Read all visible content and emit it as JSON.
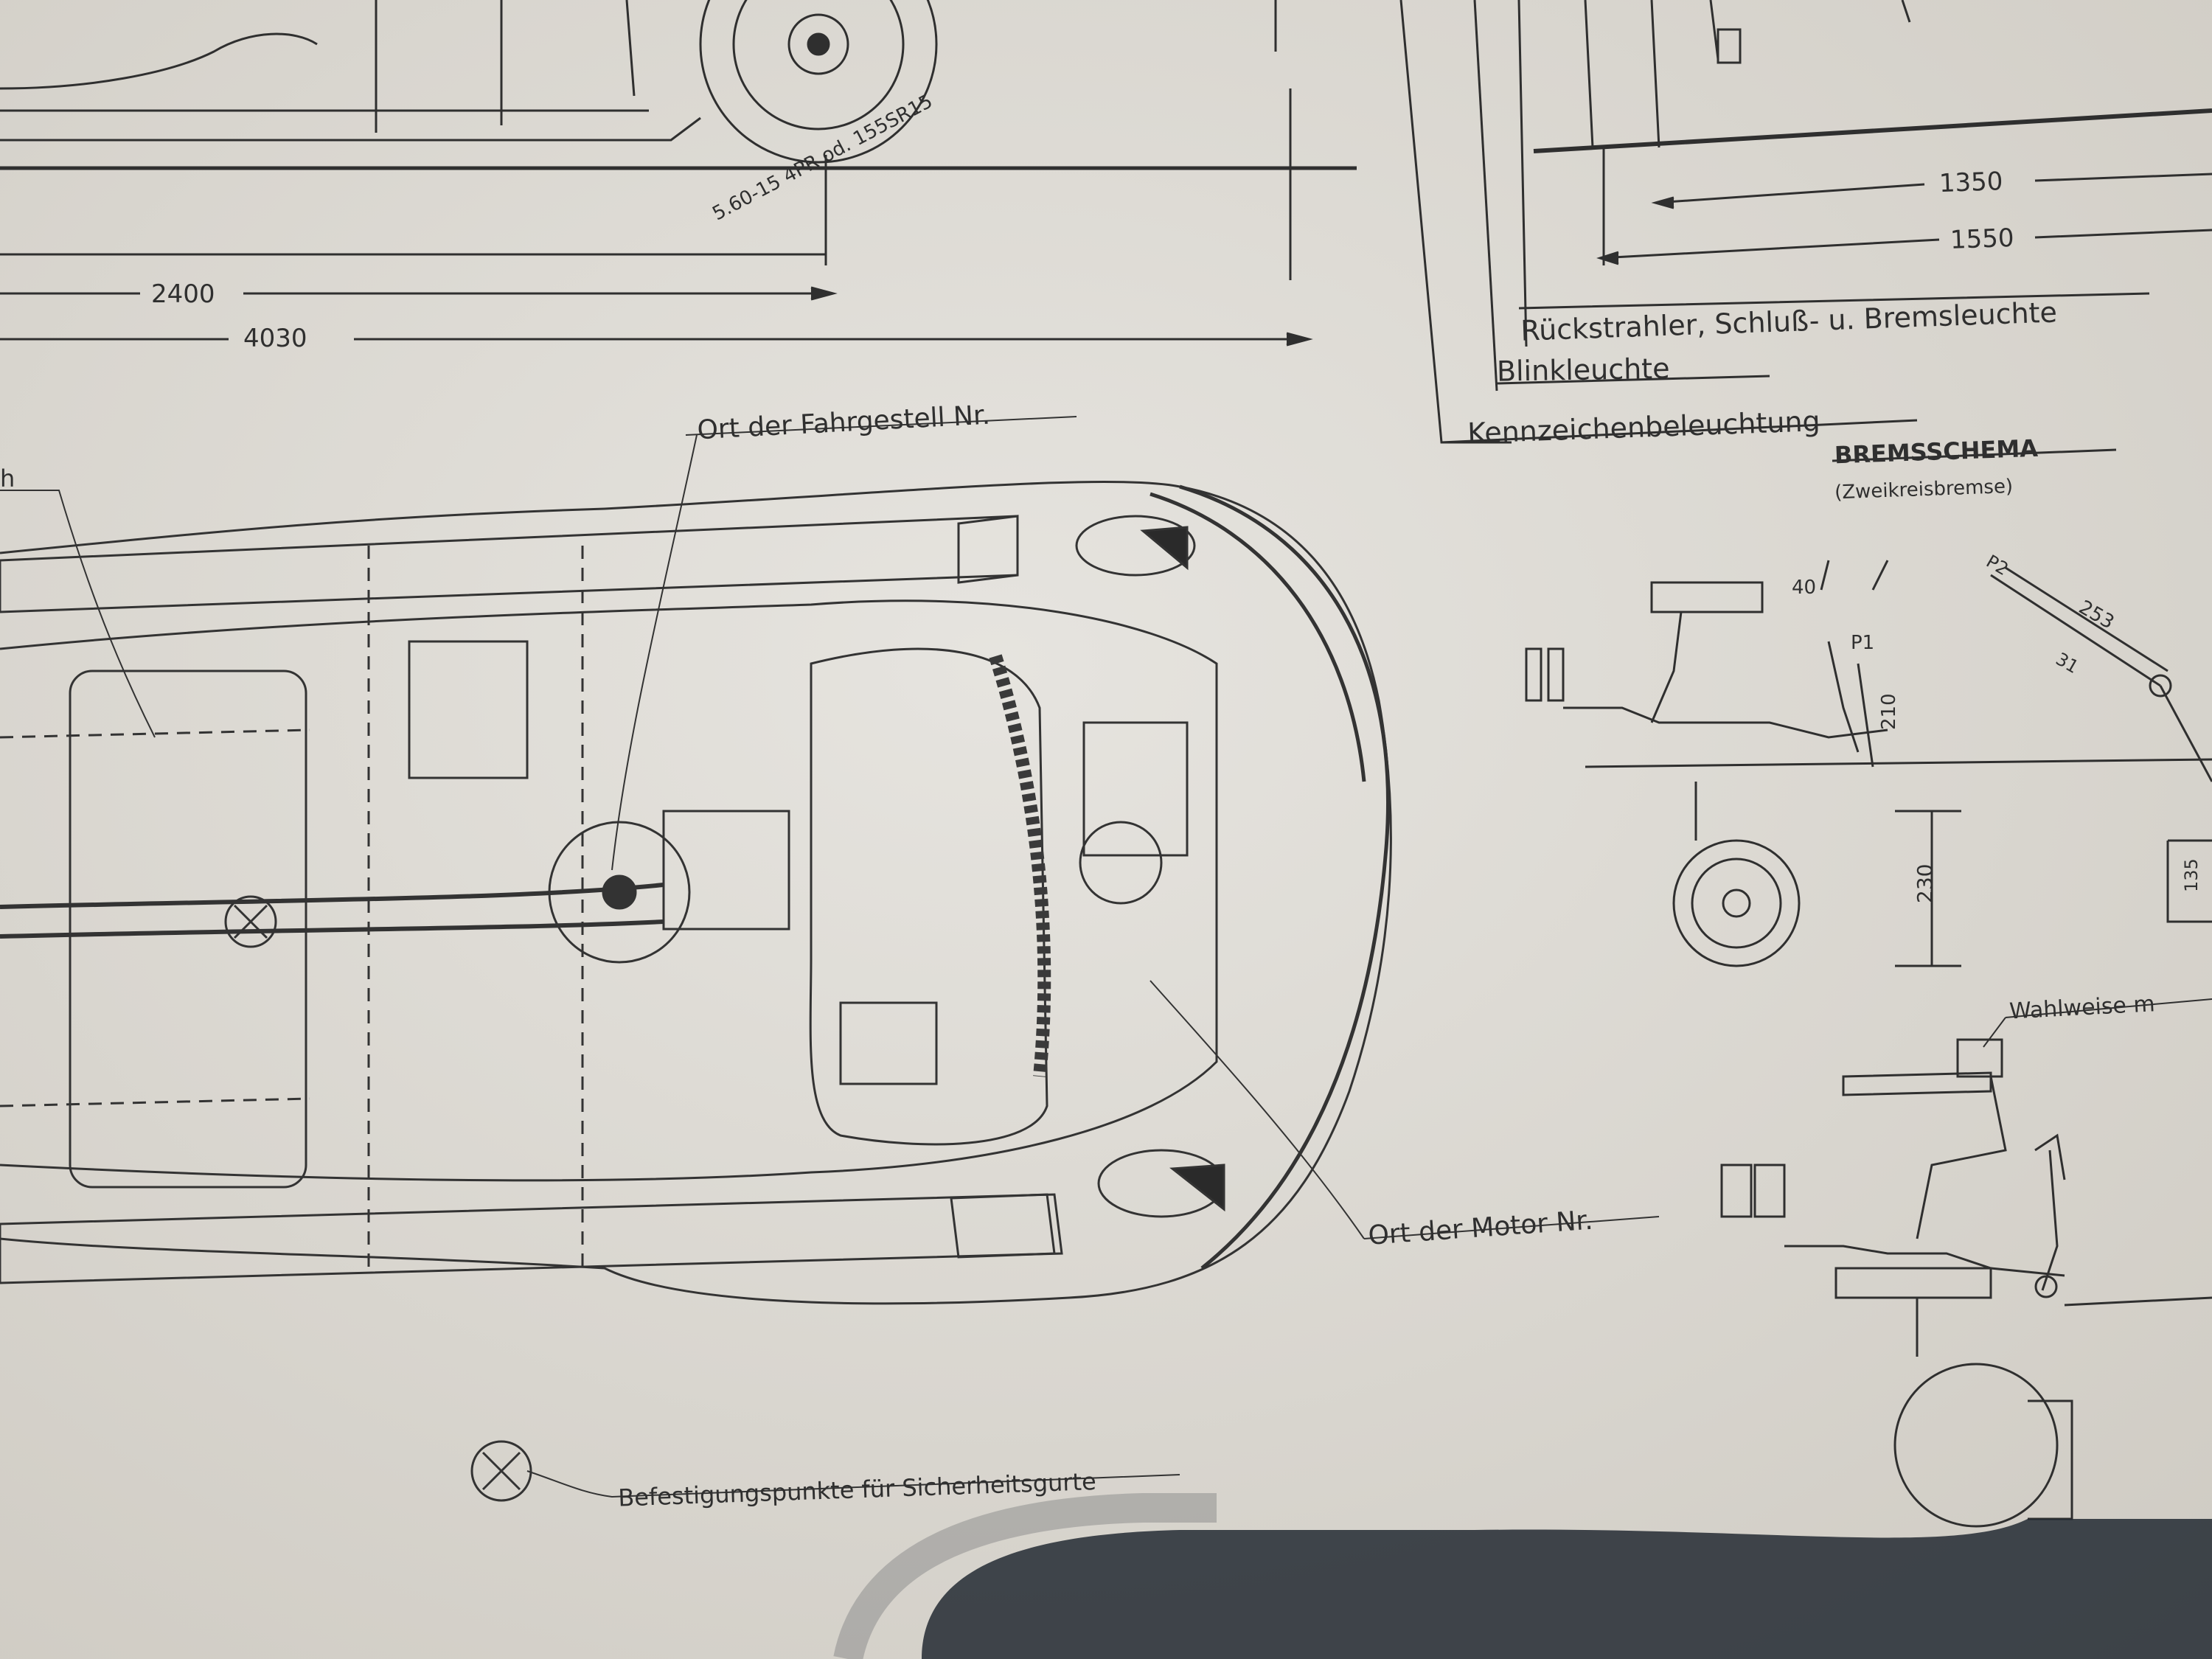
{
  "side_view": {
    "tire_label": "5.60-15 4PR od. 155SR15",
    "dim_wheelbase": "2400",
    "dim_length": "4030"
  },
  "rear_view": {
    "dim_track": "1350",
    "dim_width": "1550",
    "callout_reflector": "Rückstrahler, Schluß- u. Bremsleuchte",
    "callout_indicator": "Blinkleuchte",
    "callout_plate_light": "Kennzeichenbeleuchtung"
  },
  "plan_view": {
    "partial_left_label": "h",
    "chassis_no_label": "Ort der Fahrgestell Nr.",
    "engine_no_label": "Ort der Motor Nr.",
    "seatbelt_legend": "Befestigungspunkte für Sicherheitsgurte"
  },
  "brake_schema": {
    "title": "BREMSSCHEMA",
    "subtitle": "(Zweikreisbremse)",
    "dim_40": "40",
    "dim_p1": "P1",
    "dim_210": "210",
    "dim_230": "230",
    "dim_253": "253",
    "dim_31": "31",
    "dim_p2": "P2",
    "dim_135": "135",
    "option_label": "Wahlweise m"
  },
  "colors": {
    "paper": "#dfdcd6",
    "ink": "#2f2f2f",
    "shadow": "#232a33"
  }
}
